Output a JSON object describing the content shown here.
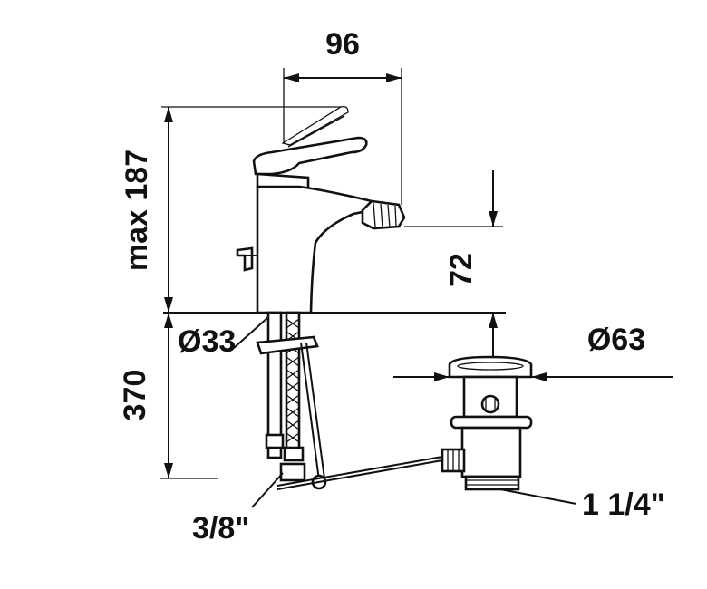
{
  "dimensions": {
    "spout_width": "96",
    "height_max": "max 187",
    "spout_height": "72",
    "hole_diameter": "Ø33",
    "waste_diameter": "Ø63",
    "hose_length": "370",
    "supply_thread": "3/8\"",
    "waste_thread": "1 1/4\""
  }
}
